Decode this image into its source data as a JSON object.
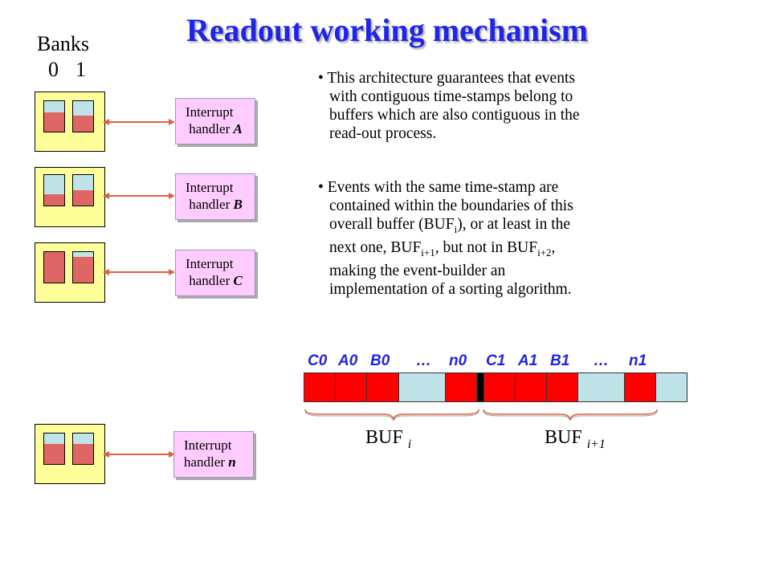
{
  "title": "Readout working mechanism",
  "banks": {
    "label": "Banks",
    "index0": "0",
    "index1": "1"
  },
  "handlers": [
    {
      "line1": "Interrupt",
      "line2": "handler",
      "letter": "A"
    },
    {
      "line1": "Interrupt",
      "line2": "handler",
      "letter": "B"
    },
    {
      "line1": "Interrupt",
      "line2": "handler",
      "letter": "C"
    },
    {
      "line1": "Interrupt",
      "line2": "handler",
      "letter": "n"
    }
  ],
  "bullet1": {
    "l1": "• This architecture guarantees that events",
    "l2": "with contiguous time-stamps belong to",
    "l3": "buffers which are also contiguous in the",
    "l4": "read-out process."
  },
  "bullet2": {
    "l1": "• Events with the same time-stamp are",
    "l2": "contained within  the boundaries of this",
    "l3a": "overall buffer (BUF",
    "l3sub": "i",
    "l3b": "),   or at least in the",
    "l4a": "next one, BUF",
    "l4sub1": "i+1",
    "l4b": ", but not  in BUF",
    "l4sub2": "i+2",
    "l4c": ",",
    "l5": "making the event-builder an",
    "l6": "implementation of a sorting algorithm."
  },
  "buffer_labels": [
    "C0",
    "A0",
    "B0",
    "…",
    "n0",
    "C1",
    "A1",
    "B1",
    "…",
    "n1"
  ],
  "buf_i": {
    "text": "BUF",
    "sub": "i"
  },
  "buf_i1": {
    "text": "BUF",
    "sub": "i+1"
  },
  "colors": {
    "title": "#1f24e8",
    "bank_bg": "#ffff99",
    "cell_top": "#bfe3e8",
    "cell_bottom": "#e06666",
    "handler_bg": "#ffccff",
    "buffer_red": "#ff0000",
    "buffer_blue": "#bfe3e8"
  }
}
